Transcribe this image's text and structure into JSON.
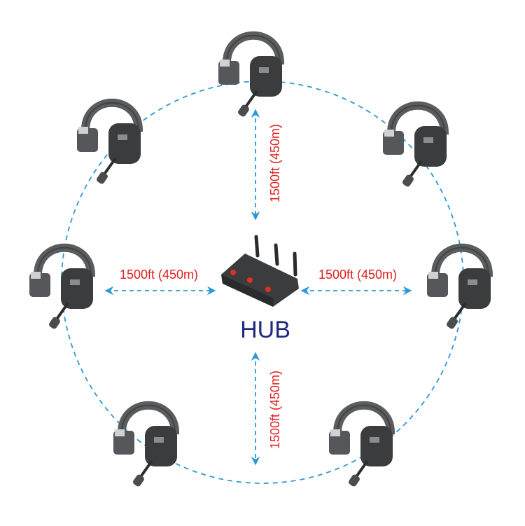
{
  "colors": {
    "dash": "#2a9ad8",
    "label": "#e0201e",
    "hub_text": "#1f2a7a",
    "device": "#3a3c3e"
  },
  "hub": {
    "label": "HUB"
  },
  "ranges": {
    "top": "1500ft (450m)",
    "left": "1500ft (450m)",
    "right": "1500ft (450m)",
    "bottom": "1500ft (450m)"
  },
  "headset_count": 7
}
